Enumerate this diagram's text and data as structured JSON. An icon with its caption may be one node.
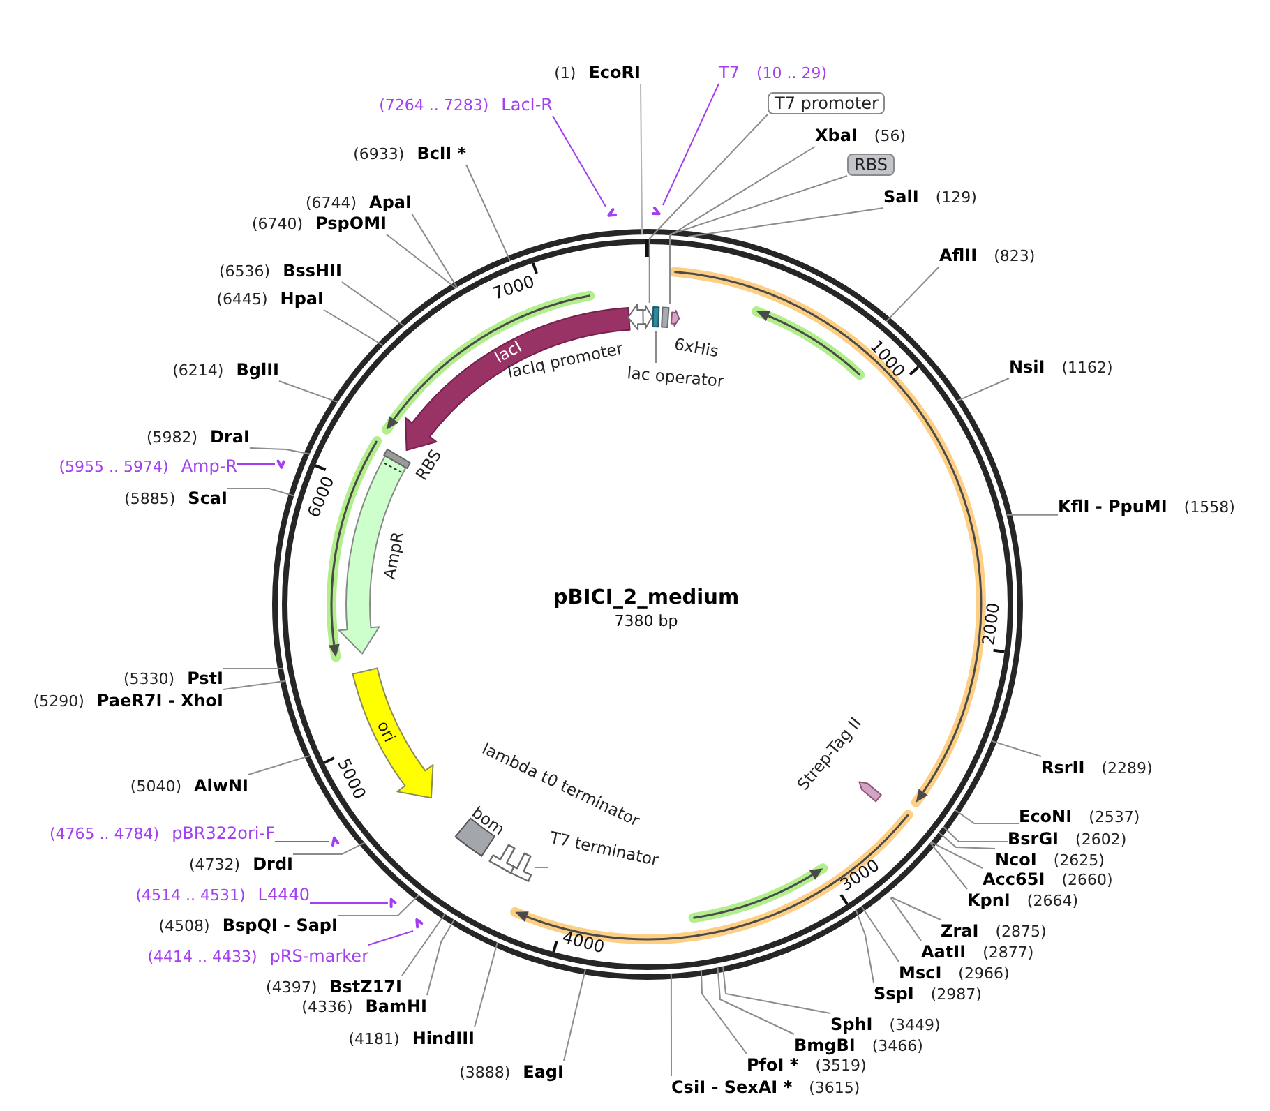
{
  "diagram": {
    "title": "pBICI_2_medium",
    "nodes": [
      {
        "text": [
          "(1)",
          "EcoRI"
        ]
      },
      {
        "text": [
          "T7",
          "(10 .. 29)"
        ]
      },
      {
        "text": [],
        "shape": "arrow"
      },
      {
        "text": [
          "T7 promoter"
        ]
      },
      {
        "text": [
          "XbaI",
          "(56)"
        ]
      },
      {
        "text": [
          "RBS"
        ]
      },
      {
        "text": [
          "SalI",
          "(129)"
        ]
      },
      {
        "text": [
          "AflII",
          "(823)"
        ]
      },
      {
        "text": [
          "NsiI",
          "(1162)"
        ]
      },
      {
        "text": [
          "KflI - PpuMI",
          "(1558)"
        ]
      },
      {
        "text": [
          "RsrII",
          "(2289)"
        ]
      },
      {
        "text": [
          "EcoNI",
          "(2537)"
        ]
      },
      {
        "text": [
          "BsrGI",
          "(2602)"
        ]
      },
      {
        "text": [
          "NcoI",
          "(2625)"
        ]
      },
      {
        "text": [
          "Acc65I",
          "(2660)"
        ]
      },
      {
        "text": [
          "KpnI",
          "(2664)"
        ]
      },
      {
        "text": [
          "ZraI",
          "(2875)"
        ]
      },
      {
        "text": [
          "AatII",
          "(2877)"
        ]
      },
      {
        "text": [
          "MscI",
          "(2966)"
        ]
      },
      {
        "text": [
          "SspI",
          "(2987)"
        ]
      },
      {
        "text": [
          "SphI",
          "(3449)"
        ]
      },
      {
        "text": [
          "BmgBI",
          "(3466)"
        ]
      },
      {
        "text": [
          "PfoI *",
          "(3519)"
        ]
      },
      {
        "text": [
          "CsiI - SexAI *",
          "(3615)"
        ]
      },
      {
        "text": [
          "(3888)",
          "EagI"
        ]
      },
      {
        "text": [
          "(4181)",
          "HindIII"
        ]
      },
      {
        "text": [
          "(4336)",
          "BamHI"
        ]
      },
      {
        "text": [
          "(4397)",
          "BstZ17I"
        ]
      },
      {
        "text": [
          "(4414 .. 4433)",
          "pRS-marker"
        ]
      },
      {
        "text": [],
        "shape": "arrow"
      },
      {
        "text": [
          "(4508)",
          "BspQI - SapI"
        ]
      },
      {
        "text": [
          "(4514 .. 4531)",
          "L4440"
        ]
      },
      {
        "text": [],
        "shape": "arrow"
      },
      {
        "text": [
          "(4732)",
          "DrdI"
        ]
      },
      {
        "text": [
          "(4765 .. 4784)",
          "pBR322ori-F"
        ]
      },
      {
        "text": [],
        "shape": "arrow"
      },
      {
        "text": [
          "(5040)",
          "AlwNI"
        ]
      },
      {
        "text": [
          "(5290)",
          "PaeR7I - XhoI"
        ]
      },
      {
        "text": [
          "(5330)",
          "PstI"
        ]
      },
      {
        "text": [
          "(5885)",
          "ScaI"
        ]
      },
      {
        "text": [
          "(5955 .. 5974)",
          "Amp-R"
        ]
      },
      {
        "text": [],
        "shape": "arrow"
      },
      {
        "text": [
          "(5982)",
          "DraI"
        ]
      },
      {
        "text": [
          "(6214)",
          "BglII"
        ]
      },
      {
        "text": [
          "(6445)",
          "HpaI"
        ]
      },
      {
        "text": [
          "(6536)",
          "BssHII"
        ]
      },
      {
        "text": [
          "(6740)",
          "PspOMI"
        ]
      },
      {
        "text": [
          "(6744)",
          "ApaI"
        ]
      },
      {
        "text": [
          "(6933)",
          "BclI *"
        ]
      },
      {
        "text": [
          "(7264 .. 7283)",
          "LacI-R"
        ]
      },
      {
        "text": [],
        "shape": "arrow"
      },
      {
        "text": [
          "lacIq promoter"
        ]
      },
      {
        "text": [],
        "shape": "arrow"
      },
      {
        "text": [],
        "shape": "box"
      },
      {
        "text": [],
        "shape": "box"
      },
      {
        "text": [
          "6xHis"
        ]
      },
      {
        "text": [
          "lac operator"
        ]
      },
      {
        "text": [
          "Strep-Tag II"
        ]
      },
      {
        "text": [
          "T7 terminator"
        ]
      },
      {
        "text": [],
        "shape": "tee"
      },
      {
        "text": [
          "lambda t0 terminator"
        ]
      },
      {
        "text": [
          "bom"
        ]
      },
      {
        "text": [
          "ori"
        ]
      },
      {
        "text": [
          "AmpR"
        ]
      },
      {
        "text": [
          "RBS"
        ]
      },
      {
        "text": [
          "lacI"
        ]
      }
    ],
    "edges": [
      {
        "from": 0,
        "to": null,
        "arrow": "none",
        "color": "#b3b3b3"
      },
      {
        "from": 1,
        "to": 2,
        "arrow": "none",
        "color": "#a23ff0"
      },
      {
        "from": 3,
        "to": 52,
        "arrow": "none"
      },
      {
        "from": 4,
        "to": null,
        "arrow": "none"
      },
      {
        "from": 5,
        "to": 54,
        "arrow": "none"
      },
      {
        "from": 6,
        "to": null,
        "arrow": "none"
      },
      {
        "from": 7,
        "to": null,
        "arrow": "none"
      },
      {
        "from": 8,
        "to": null,
        "arrow": "none"
      },
      {
        "from": 9,
        "to": null,
        "arrow": "none"
      },
      {
        "from": 10,
        "to": null,
        "arrow": "none"
      },
      {
        "from": 11,
        "to": null,
        "arrow": "none"
      },
      {
        "from": 12,
        "to": null,
        "arrow": "none"
      },
      {
        "from": 13,
        "to": null,
        "arrow": "none"
      },
      {
        "from": 14,
        "to": null,
        "arrow": "none"
      },
      {
        "from": 15,
        "to": null,
        "arrow": "none"
      },
      {
        "from": 16,
        "to": null,
        "arrow": "none"
      },
      {
        "from": 17,
        "to": null,
        "arrow": "none"
      },
      {
        "from": 18,
        "to": null,
        "arrow": "none"
      },
      {
        "from": 19,
        "to": null,
        "arrow": "none"
      },
      {
        "from": 20,
        "to": null,
        "arrow": "none"
      },
      {
        "from": 21,
        "to": null,
        "arrow": "none"
      },
      {
        "from": 22,
        "to": null,
        "arrow": "none"
      },
      {
        "from": 23,
        "to": null,
        "arrow": "none"
      },
      {
        "from": 24,
        "to": null,
        "arrow": "none"
      },
      {
        "from": 25,
        "to": null,
        "arrow": "none"
      },
      {
        "from": 26,
        "to": null,
        "arrow": "none"
      },
      {
        "from": 27,
        "to": null,
        "arrow": "none"
      },
      {
        "from": 28,
        "to": 29,
        "arrow": "none",
        "color": "#a23ff0"
      },
      {
        "from": 30,
        "to": null,
        "arrow": "none"
      },
      {
        "from": 31,
        "to": 32,
        "arrow": "none",
        "color": "#a23ff0"
      },
      {
        "from": 33,
        "to": null,
        "arrow": "none"
      },
      {
        "from": 34,
        "to": 35,
        "arrow": "none",
        "color": "#a23ff0"
      },
      {
        "from": 36,
        "to": null,
        "arrow": "none"
      },
      {
        "from": 37,
        "to": null,
        "arrow": "none"
      },
      {
        "from": 38,
        "to": null,
        "arrow": "none"
      },
      {
        "from": 39,
        "to": null,
        "arrow": "none"
      },
      {
        "from": 40,
        "to": 41,
        "arrow": "none",
        "color": "#a23ff0"
      },
      {
        "from": 42,
        "to": null,
        "arrow": "none"
      },
      {
        "from": 43,
        "to": null,
        "arrow": "none"
      },
      {
        "from": 44,
        "to": null,
        "arrow": "none"
      },
      {
        "from": 45,
        "to": null,
        "arrow": "none"
      },
      {
        "from": 46,
        "to": null,
        "arrow": "none"
      },
      {
        "from": 47,
        "to": null,
        "arrow": "none"
      },
      {
        "from": 48,
        "to": null,
        "arrow": "none"
      },
      {
        "from": 49,
        "to": 50,
        "arrow": "none",
        "color": "#a23ff0"
      },
      {
        "from": 56,
        "to": 53,
        "arrow": "none"
      },
      {
        "from": 58,
        "to": 59,
        "arrow": "none"
      }
    ],
    "labels": [
      "7380 bp",
      "1000",
      "2000",
      "3000",
      "4000",
      "5000",
      "6000",
      "7000"
    ]
  }
}
